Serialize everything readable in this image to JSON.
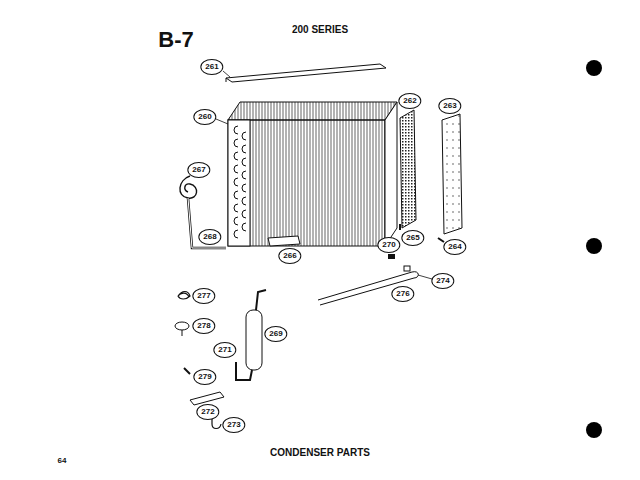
{
  "diagram": {
    "title": "200 SERIES",
    "caption": "CONDENSER PARTS",
    "labels": [
      "B-7",
      "261",
      "260",
      "262",
      "263",
      "267",
      "268",
      "266",
      "265",
      "270",
      "264",
      "274",
      "276",
      "277",
      "278",
      "269",
      "271",
      "279",
      "272",
      "273",
      "64"
    ]
  }
}
